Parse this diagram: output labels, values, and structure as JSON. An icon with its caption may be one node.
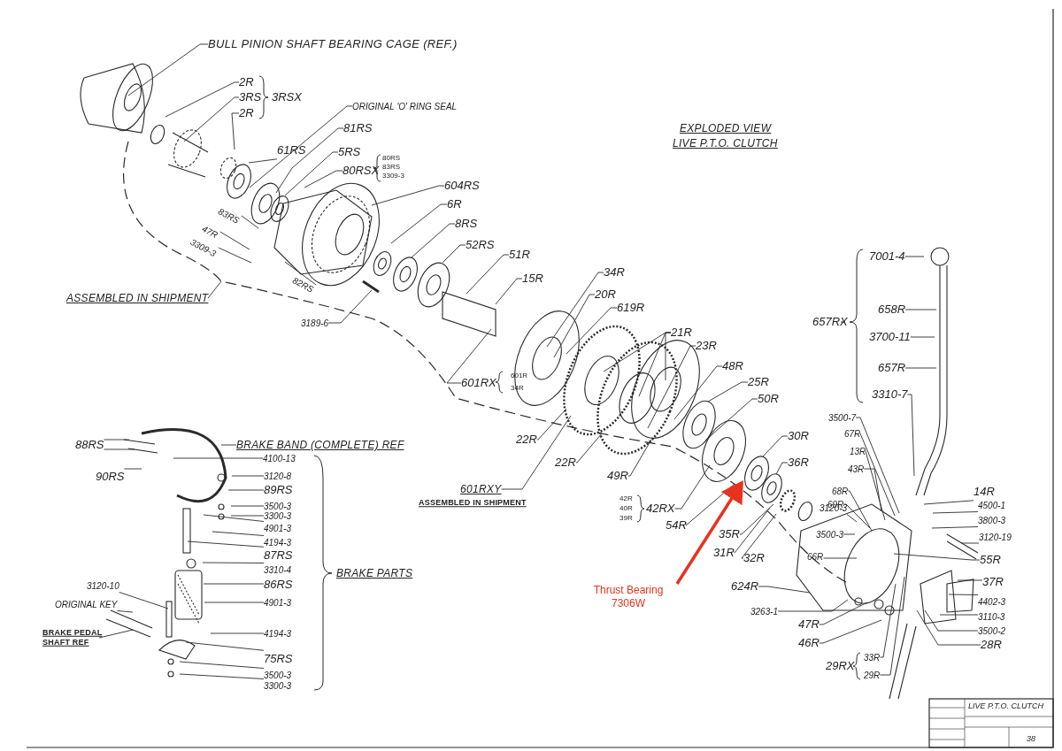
{
  "diagram": {
    "title": "EXPLODED VIEW",
    "nodes": [
      {
        "text": [
          "BULL PINION SHAFT BEARING CAGE (REF.)"
        ]
      },
      {
        "text": [
          "2R"
        ]
      },
      {
        "text": [
          "3RS"
        ]
      },
      {
        "text": [
          "2R"
        ]
      },
      {
        "text": [
          "ORIGINAL 'O' RING SEAL"
        ]
      },
      {
        "text": [
          "81RS"
        ]
      },
      {
        "text": [
          "61RS"
        ]
      },
      {
        "text": [
          "5RS"
        ]
      },
      {
        "text": [
          "80RSX"
        ]
      },
      {
        "text": [
          "604RS"
        ]
      },
      {
        "text": [
          "6R"
        ]
      },
      {
        "text": [
          "8RS"
        ]
      },
      {
        "text": [
          "52RS"
        ]
      },
      {
        "text": [
          "51R"
        ]
      },
      {
        "text": [
          "15R"
        ]
      },
      {
        "text": [
          "83RS"
        ]
      },
      {
        "text": [
          "47R"
        ]
      },
      {
        "text": [
          "3309-3"
        ]
      },
      {
        "text": [
          "82RS"
        ]
      },
      {
        "text": [
          "ASSEMBLED IN SHIPMENT"
        ]
      },
      {
        "text": [
          "3189-6"
        ]
      },
      {
        "text": [
          "601RX"
        ]
      },
      {
        "text": [
          "34R"
        ]
      },
      {
        "text": [
          "20R"
        ]
      },
      {
        "text": [
          "619R"
        ]
      },
      {
        "text": [
          "21R"
        ]
      },
      {
        "text": [
          "23R"
        ]
      },
      {
        "text": [
          "48R"
        ]
      },
      {
        "text": [
          "25R"
        ]
      },
      {
        "text": [
          "50R"
        ]
      },
      {
        "text": [
          "22R"
        ]
      },
      {
        "text": [
          "22R"
        ]
      },
      {
        "text": [
          "49R"
        ]
      },
      {
        "text": [
          "601RXY"
        ]
      },
      {
        "text": [
          "42RX"
        ]
      },
      {
        "text": [
          "30R"
        ]
      },
      {
        "text": [
          "36R"
        ]
      },
      {
        "text": [
          "54R"
        ]
      },
      {
        "text": [
          "35R"
        ]
      },
      {
        "text": [
          "31R"
        ]
      },
      {
        "text": [
          "32R"
        ]
      },
      {
        "text": [
          "Thrust Bearing 7306W"
        ]
      },
      {
        "text": [
          "7001-4"
        ]
      },
      {
        "text": [
          "658R"
        ]
      },
      {
        "text": [
          "3700-11"
        ]
      },
      {
        "text": [
          "657R"
        ]
      },
      {
        "text": [
          "3310-7"
        ]
      },
      {
        "text": [
          "3500-7"
        ]
      },
      {
        "text": [
          "67R"
        ]
      },
      {
        "text": [
          "13R"
        ]
      },
      {
        "text": [
          "43R"
        ]
      },
      {
        "text": [
          "68R"
        ]
      },
      {
        "text": [
          "69R"
        ]
      },
      {
        "text": [
          "3120-3"
        ]
      },
      {
        "text": [
          "3500-3"
        ]
      },
      {
        "text": [
          "66R"
        ]
      },
      {
        "text": [
          "14R"
        ]
      },
      {
        "text": [
          "4500-1"
        ]
      },
      {
        "text": [
          "3800-3"
        ]
      },
      {
        "text": [
          "3120-19"
        ]
      },
      {
        "text": [
          "55R"
        ]
      },
      {
        "text": [
          "37R"
        ]
      },
      {
        "text": [
          "4402-3"
        ]
      },
      {
        "text": [
          "3110-3"
        ]
      },
      {
        "text": [
          "3500-2"
        ]
      },
      {
        "text": [
          "28R"
        ]
      },
      {
        "text": [
          "624R"
        ]
      },
      {
        "text": [
          "3263-1"
        ]
      },
      {
        "text": [
          "47R"
        ]
      },
      {
        "text": [
          "46R"
        ]
      },
      {
        "text": [
          "33R"
        ]
      },
      {
        "text": [
          "29R"
        ]
      },
      {
        "text": [
          "BRAKE BAND (COMPLETE) REF"
        ]
      },
      {
        "text": [
          "88RS"
        ]
      },
      {
        "text": [
          "4100-13"
        ]
      },
      {
        "text": [
          "90RS"
        ]
      },
      {
        "text": [
          "3120-8"
        ]
      },
      {
        "text": [
          "89RS"
        ]
      },
      {
        "text": [
          "3500-3"
        ]
      },
      {
        "text": [
          "3300-3"
        ]
      },
      {
        "text": [
          "4901-3"
        ]
      },
      {
        "text": [
          "4194-3"
        ]
      },
      {
        "text": [
          "87RS"
        ]
      },
      {
        "text": [
          "3310-4"
        ]
      },
      {
        "text": [
          "86RS"
        ]
      },
      {
        "text": [
          "4901-3"
        ]
      },
      {
        "text": [
          "3120-10"
        ]
      },
      {
        "text": [
          "ORIGINAL KEY"
        ]
      },
      {
        "text": [
          "BRAKE PEDAL SHAFT REF"
        ]
      },
      {
        "text": [
          "4194-3"
        ]
      },
      {
        "text": [
          "75RS"
        ]
      },
      {
        "text": [
          "3500-3"
        ]
      },
      {
        "text": [
          "3300-3"
        ]
      }
    ],
    "edges": [
      {
        "from": 0,
        "to": null,
        "arrow": "none"
      },
      {
        "from": 1,
        "to": null,
        "arrow": "none"
      },
      {
        "from": 2,
        "to": null,
        "arrow": "none"
      },
      {
        "from": 3,
        "to": null,
        "arrow": "none"
      },
      {
        "from": 4,
        "to": null,
        "arrow": "none"
      },
      {
        "from": 5,
        "to": null,
        "arrow": "none"
      },
      {
        "from": 6,
        "to": null,
        "arrow": "none"
      },
      {
        "from": 7,
        "to": null,
        "arrow": "none"
      },
      {
        "from": 8,
        "to": null,
        "arrow": "none"
      },
      {
        "from": 9,
        "to": null,
        "arrow": "none"
      },
      {
        "from": 10,
        "to": null,
        "arrow": "none"
      },
      {
        "from": 11,
        "to": null,
        "arrow": "none"
      },
      {
        "from": 12,
        "to": null,
        "arrow": "none"
      },
      {
        "from": 13,
        "to": null,
        "arrow": "none"
      },
      {
        "from": 14,
        "to": null,
        "arrow": "none"
      },
      {
        "from": 15,
        "to": null,
        "arrow": "none"
      },
      {
        "from": 16,
        "to": null,
        "arrow": "none"
      },
      {
        "from": 17,
        "to": null,
        "arrow": "none"
      },
      {
        "from": 18,
        "to": null,
        "arrow": "none"
      },
      {
        "from": 19,
        "to": null,
        "arrow": "none"
      },
      {
        "from": 20,
        "to": null,
        "arrow": "none"
      },
      {
        "from": 21,
        "to": null,
        "arrow": "none"
      },
      {
        "from": 22,
        "to": null,
        "arrow": "none"
      },
      {
        "from": 23,
        "to": null,
        "arrow": "none"
      },
      {
        "from": 24,
        "to": null,
        "arrow": "none"
      },
      {
        "from": 25,
        "to": null,
        "arrow": "none"
      },
      {
        "from": 25,
        "to": null,
        "arrow": "none"
      },
      {
        "from": 25,
        "to": null,
        "arrow": "none"
      },
      {
        "from": 26,
        "to": null,
        "arrow": "none"
      },
      {
        "from": 27,
        "to": null,
        "arrow": "none"
      },
      {
        "from": 28,
        "to": null,
        "arrow": "none"
      },
      {
        "from": 29,
        "to": null,
        "arrow": "none"
      },
      {
        "from": 30,
        "to": null,
        "arrow": "none"
      },
      {
        "from": 31,
        "to": null,
        "arrow": "none"
      },
      {
        "from": 32,
        "to": null,
        "arrow": "none"
      },
      {
        "from": 33,
        "to": null,
        "arrow": "none"
      },
      {
        "from": 34,
        "to": null,
        "arrow": "none"
      },
      {
        "from": 35,
        "to": null,
        "arrow": "none"
      },
      {
        "from": 36,
        "to": null,
        "arrow": "none"
      },
      {
        "from": 37,
        "to": null,
        "arrow": "none"
      },
      {
        "from": 38,
        "to": null,
        "arrow": "none"
      },
      {
        "from": 39,
        "to": null,
        "arrow": "none"
      },
      {
        "from": 40,
        "to": null,
        "arrow": "none"
      },
      {
        "from": 41,
        "to": null,
        "arrow": "to",
        "style": "thick",
        "color": "#e8321f"
      },
      {
        "from": 42,
        "to": null,
        "arrow": "none"
      },
      {
        "from": 43,
        "to": null,
        "arrow": "none"
      },
      {
        "from": 44,
        "to": null,
        "arrow": "none"
      },
      {
        "from": 45,
        "to": null,
        "arrow": "none"
      },
      {
        "from": 46,
        "to": null,
        "arrow": "none"
      },
      {
        "from": 47,
        "to": null,
        "arrow": "none"
      },
      {
        "from": 48,
        "to": null,
        "arrow": "none"
      },
      {
        "from": 49,
        "to": null,
        "arrow": "none"
      },
      {
        "from": 50,
        "to": null,
        "arrow": "none"
      },
      {
        "from": 51,
        "to": null,
        "arrow": "none"
      },
      {
        "from": 52,
        "to": null,
        "arrow": "none"
      },
      {
        "from": 53,
        "to": null,
        "arrow": "none"
      },
      {
        "from": 54,
        "to": null,
        "arrow": "none"
      },
      {
        "from": 55,
        "to": null,
        "arrow": "none"
      },
      {
        "from": 56,
        "to": null,
        "arrow": "none"
      },
      {
        "from": 57,
        "to": null,
        "arrow": "none"
      },
      {
        "from": 58,
        "to": null,
        "arrow": "none"
      },
      {
        "from": 59,
        "to": null,
        "arrow": "none"
      },
      {
        "from": 60,
        "to": null,
        "arrow": "none"
      },
      {
        "from": 61,
        "to": null,
        "arrow": "none"
      },
      {
        "from": 62,
        "to": null,
        "arrow": "none"
      },
      {
        "from": 63,
        "to": null,
        "arrow": "none"
      },
      {
        "from": 64,
        "to": null,
        "arrow": "none"
      },
      {
        "from": 65,
        "to": null,
        "arrow": "none"
      },
      {
        "from": 66,
        "to": null,
        "arrow": "none"
      },
      {
        "from": 67,
        "to": null,
        "arrow": "none"
      },
      {
        "from": 68,
        "to": null,
        "arrow": "none"
      },
      {
        "from": 69,
        "to": null,
        "arrow": "none"
      },
      {
        "from": 70,
        "to": null,
        "arrow": "none"
      },
      {
        "from": 71,
        "to": null,
        "arrow": "none"
      },
      {
        "from": 72,
        "to": null,
        "arrow": "none"
      },
      {
        "from": 73,
        "to": null,
        "arrow": "none"
      },
      {
        "from": 73,
        "to": null,
        "arrow": "none"
      },
      {
        "from": 74,
        "to": null,
        "arrow": "none"
      },
      {
        "from": 75,
        "to": null,
        "arrow": "none"
      },
      {
        "from": 76,
        "to": null,
        "arrow": "none"
      },
      {
        "from": 77,
        "to": null,
        "arrow": "none"
      },
      {
        "from": 78,
        "to": null,
        "arrow": "none"
      },
      {
        "from": 79,
        "to": null,
        "arrow": "none"
      },
      {
        "from": 80,
        "to": null,
        "arrow": "none"
      },
      {
        "from": 81,
        "to": null,
        "arrow": "none"
      },
      {
        "from": 82,
        "to": null,
        "arrow": "none"
      },
      {
        "from": 83,
        "to": null,
        "arrow": "none"
      },
      {
        "from": 84,
        "to": null,
        "arrow": "none"
      },
      {
        "from": 85,
        "to": null,
        "arrow": "none"
      },
      {
        "from": 86,
        "to": null,
        "arrow": "none"
      },
      {
        "from": 87,
        "to": null,
        "arrow": "none"
      },
      {
        "from": 88,
        "to": null,
        "arrow": "none"
      },
      {
        "from": 89,
        "to": null,
        "arrow": "none"
      },
      {
        "from": 90,
        "to": null,
        "arrow": "none"
      },
      {
        "from": 91,
        "to": null,
        "arrow": "none"
      },
      {
        "from": 92,
        "to": null,
        "arrow": "none"
      }
    ],
    "labels": [
      "3RSX",
      "80RS",
      "83RS",
      "3309-3",
      "LIVE P.T.O. CLUTCH",
      "601R",
      "34R",
      "657RX",
      "ASSEMBLED IN SHIPMENT",
      "42R",
      "40R",
      "39R",
      "BRAKE PARTS",
      "29RX",
      "LIVE P.T.O. CLUTCH",
      "38"
    ]
  }
}
